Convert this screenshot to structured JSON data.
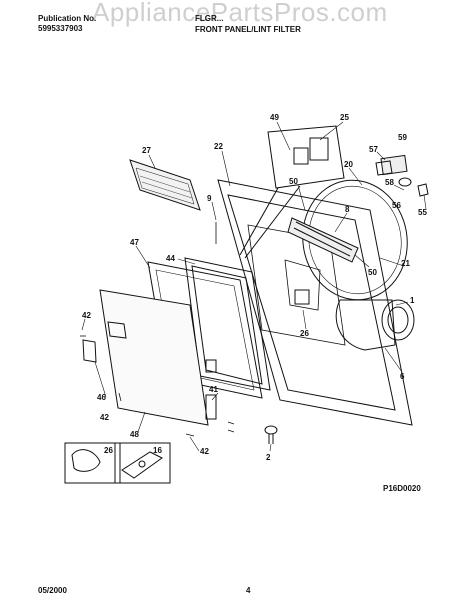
{
  "header": {
    "publication_label": "Publication No.",
    "publication_number": "5995337903",
    "model": "FLGR...",
    "section_title": "FRONT PANEL/LINT FILTER"
  },
  "watermark": "AppliancePartsPros.com",
  "callouts": {
    "c49": "49",
    "c25": "25",
    "c59": "59",
    "c27": "27",
    "c22": "22",
    "c57": "57",
    "c20": "20",
    "c58": "58",
    "c9": "9",
    "c50a": "50",
    "c8": "8",
    "c56": "56",
    "c55": "55",
    "c47": "47",
    "c44": "44",
    "c50b": "50",
    "c21": "21",
    "c1": "1",
    "c42a": "42",
    "c26a": "26",
    "c6": "6",
    "c41": "41",
    "c46": "46",
    "c42b": "42",
    "c48": "48",
    "c42c": "42",
    "c2": "2",
    "c26b": "26",
    "c16": "16"
  },
  "diagram_code": "P16D0020",
  "footer": {
    "date": "05/2000",
    "page": "4"
  }
}
